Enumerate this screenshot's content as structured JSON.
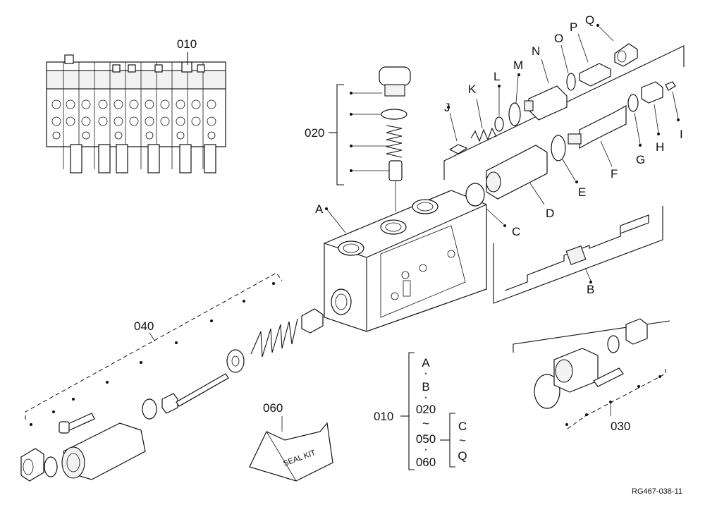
{
  "labels": {
    "assembly_010": "010",
    "group_020": "020",
    "group_030": "030",
    "group_040": "040",
    "group_060": "060",
    "A": "A",
    "B": "B",
    "C": "C",
    "D": "D",
    "E": "E",
    "F": "F",
    "G": "G",
    "H": "H",
    "I": "I",
    "J": "J",
    "K": "K",
    "L": "L",
    "M": "M",
    "N": "N",
    "O": "O",
    "P": "P",
    "Q": "Q"
  },
  "seal_kit_text": "SEAL KIT",
  "legend": {
    "prefix": "010",
    "items": [
      "A",
      "·",
      "B",
      "·",
      "020",
      "~",
      "050",
      "·",
      "060"
    ],
    "sub_items": [
      "C",
      "~",
      "Q"
    ]
  },
  "reference_code": "RG467-038-11"
}
